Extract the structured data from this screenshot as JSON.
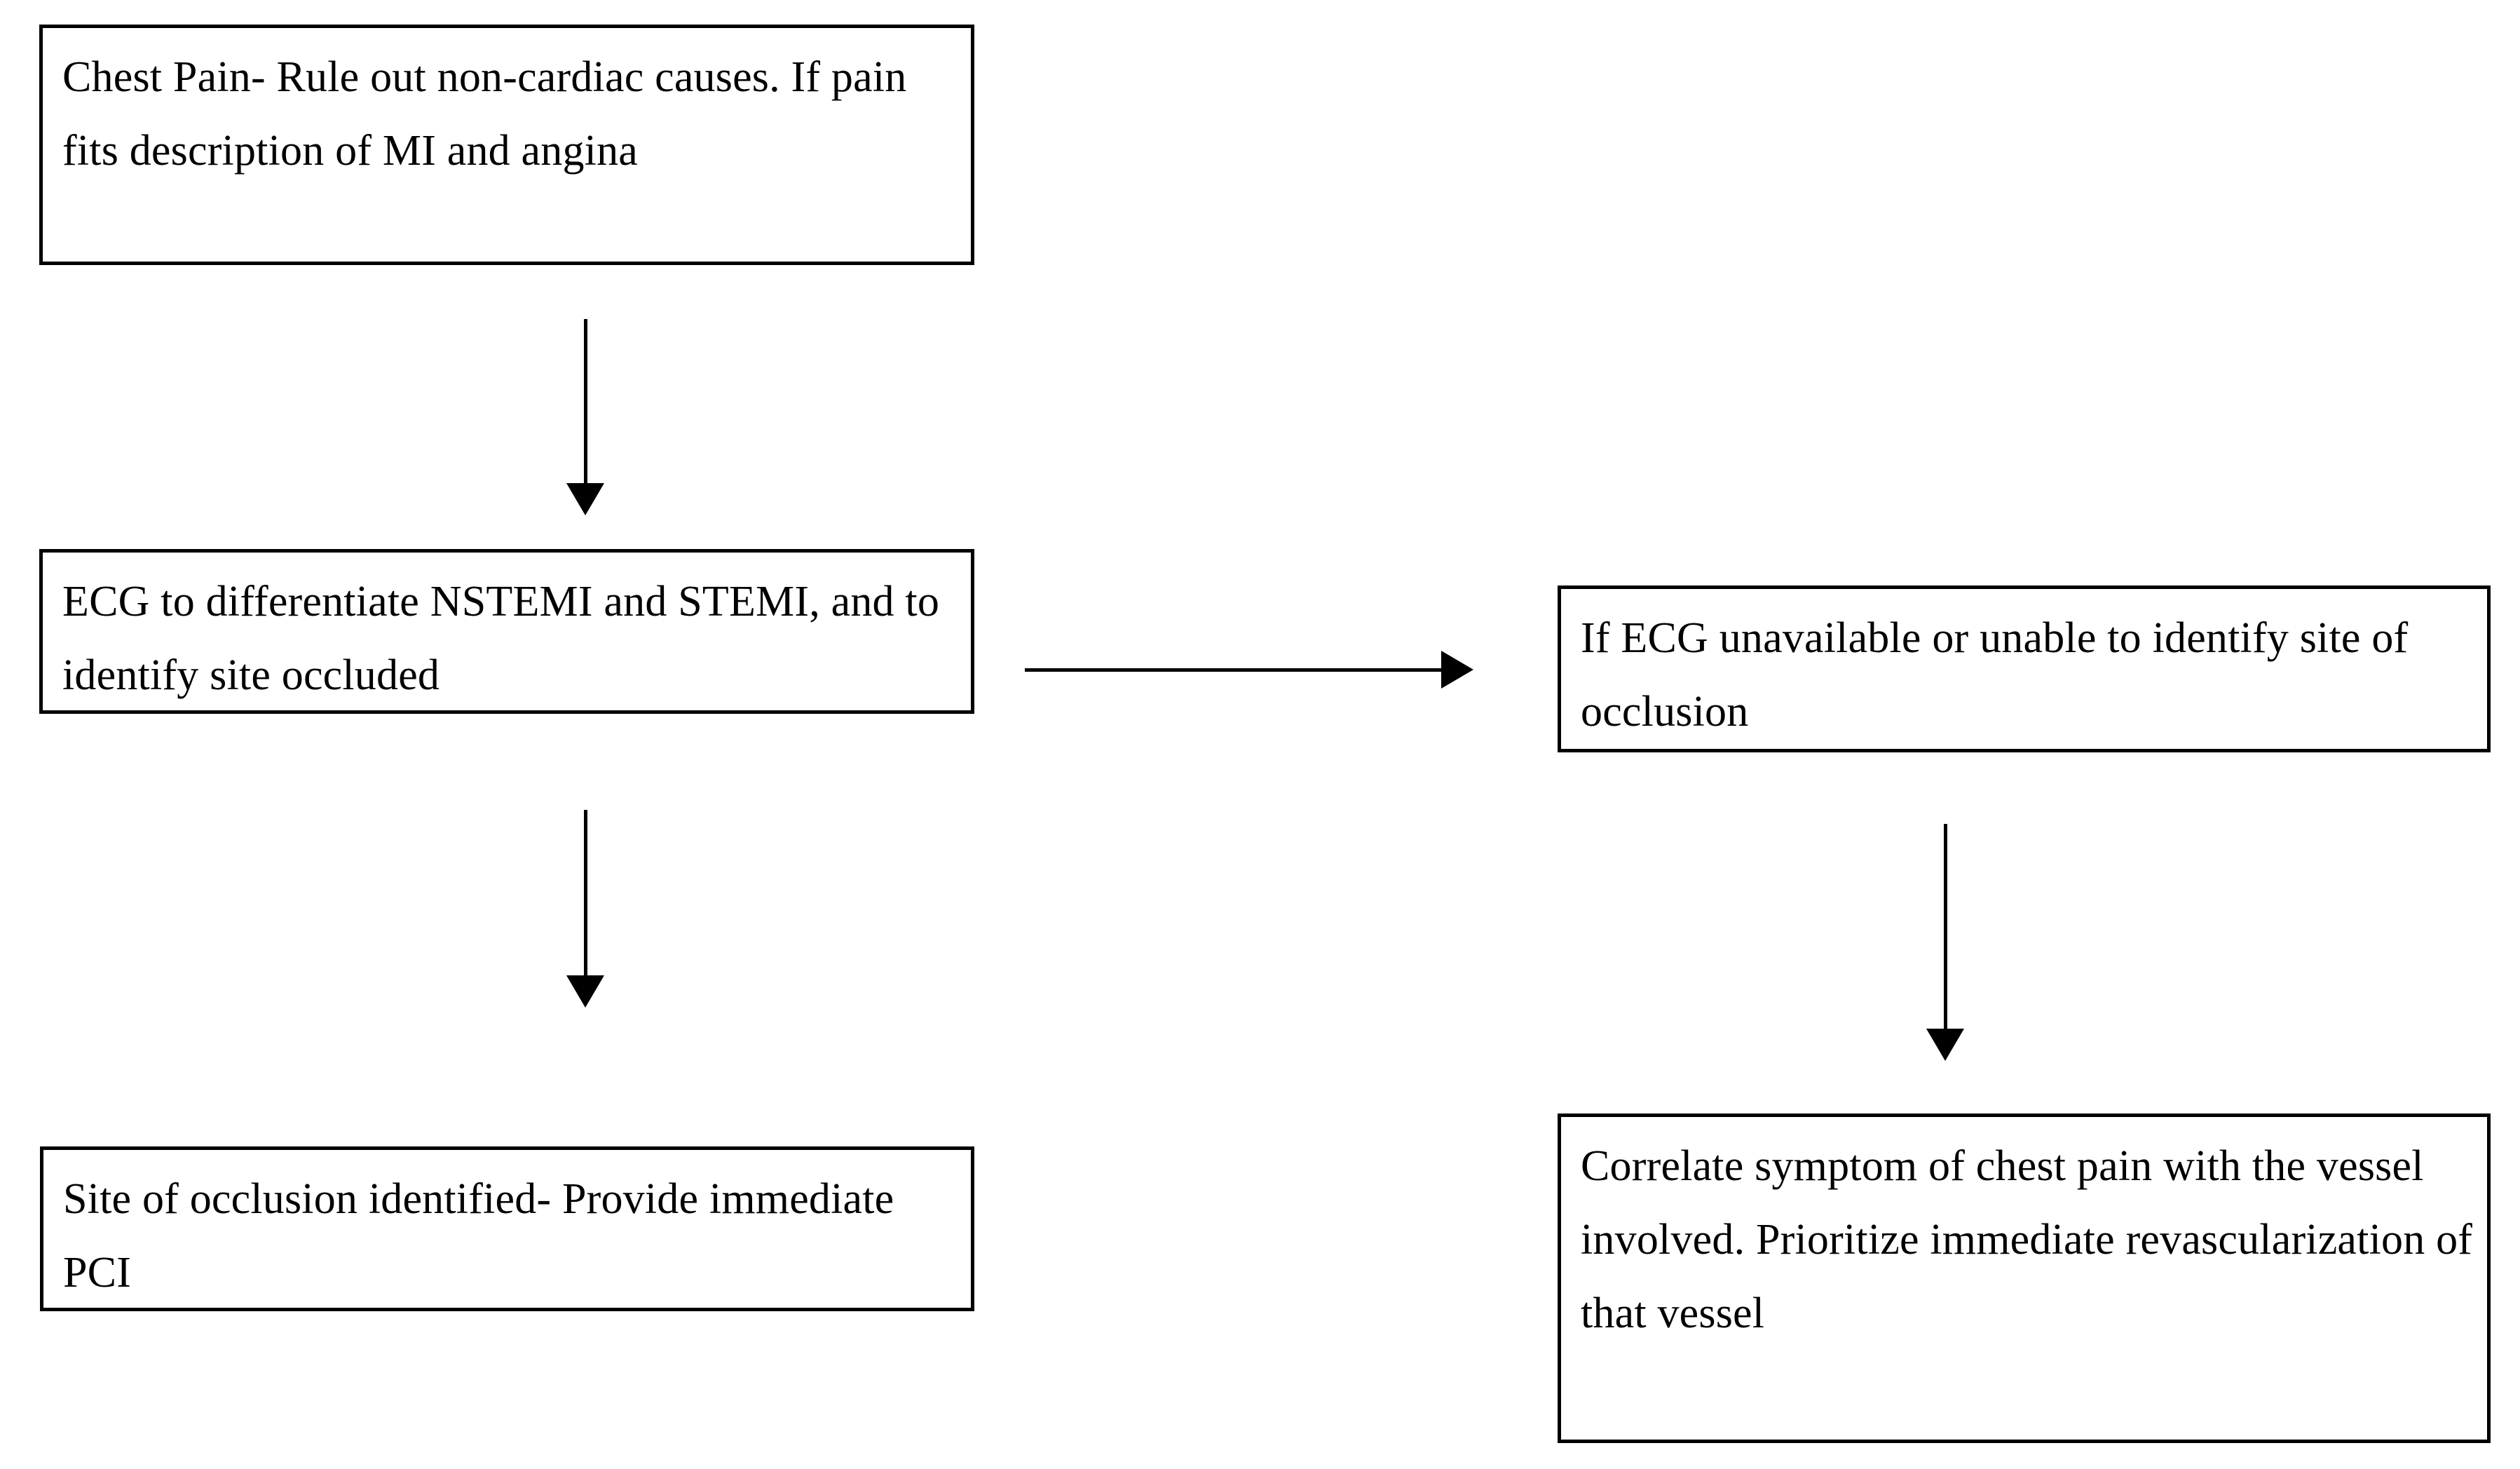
{
  "diagram": {
    "title": "Chest pain / myocardial infarction management flowchart",
    "background_color": "#ffffff",
    "line_color": "#000000",
    "text_color": "#000000",
    "nodes": [
      {
        "id": "chest-pain",
        "text": "Chest Pain- Rule out non-cardiac causes. If pain fits description of MI and angina",
        "lines": [
          "Chest Pain- Rule out non-cardiac",
          "causes. If pain fits description of MI",
          "and angina"
        ]
      },
      {
        "id": "ecg",
        "text": "ECG to differentiate NSTEMI and STEMI, and to identify site occluded",
        "lines": [
          "ECG to differentiate NSTEMI  and",
          "STEMI, and to identify site occluded"
        ]
      },
      {
        "id": "ecg-unavailable",
        "text": "If ECG unavailable or unable to identify site of occlusion",
        "lines": [
          "If ECG unavailable or unable to",
          "identify site of occlusion"
        ]
      },
      {
        "id": "site-identified",
        "text": "Site of occlusion identified- Provide immediate PCI",
        "lines": [
          "Site of occlusion identified- Provide",
          "immediate PCI"
        ]
      },
      {
        "id": "correlate",
        "text": "Correlate symptom of chest pain with the vessel involved. Prioritize immediate revascularization of that vessel",
        "lines": [
          "Correlate symptom  of chest pain",
          "with the vessel involved. Prioritize",
          "immediate revascularization of that",
          "vessel"
        ]
      }
    ],
    "connectors": [
      {
        "id": "chest-to-ecg",
        "from": "chest-pain",
        "to": "ecg",
        "direction": "down",
        "label": ""
      },
      {
        "id": "ecg-to-unavailable",
        "from": "ecg",
        "to": "ecg-unavailable",
        "direction": "right",
        "label": ""
      },
      {
        "id": "ecg-to-site",
        "from": "ecg",
        "to": "site-identified",
        "direction": "down",
        "label": ""
      },
      {
        "id": "unavailable-to-correlate",
        "from": "ecg-unavailable",
        "to": "correlate",
        "direction": "down",
        "label": ""
      }
    ]
  }
}
